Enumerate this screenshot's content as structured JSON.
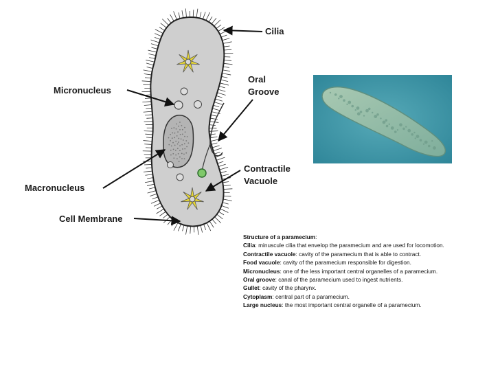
{
  "labels": {
    "cilia": "Cilia",
    "oral_groove_1": "Oral",
    "oral_groove_2": "Groove",
    "micronucleus": "Micronucleus",
    "contractile_1": "Contractile",
    "contractile_2": "Vacuole",
    "macronucleus": "Macronucleus",
    "cell_membrane": "Cell Membrane"
  },
  "caption": {
    "title": "Structure of a paramecium",
    "title_suffix": ":",
    "items": [
      {
        "term": "Cilia",
        "desc": ": minuscule cilia that envelop the paramecium and are used for locomotion."
      },
      {
        "term": "Contractile vacuole",
        "desc": ": cavity of the paramecium that is able to contract."
      },
      {
        "term": "Food vacuole",
        "desc": ": cavity of the paramecium responsible for digestion."
      },
      {
        "term": "Micronucleus",
        "desc": ": one of the less important central organelles of a paramecium."
      },
      {
        "term": "Oral groove",
        "desc": ": canal of the paramecium used to ingest nutrients."
      },
      {
        "term": "Gullet",
        "desc": ": cavity of the pharynx."
      },
      {
        "term": "Cytoplasm",
        "desc": ": central part of a paramecium."
      },
      {
        "term": "Large nucleus",
        "desc": ": the most important central organelle of a paramecium."
      }
    ]
  },
  "colors": {
    "cell_fill": "#cfcfcf",
    "outline": "#222222",
    "star_yellow": "#e8d834",
    "photo_bg": "#3b93a6",
    "photo_cell": "#8fb9a6"
  }
}
